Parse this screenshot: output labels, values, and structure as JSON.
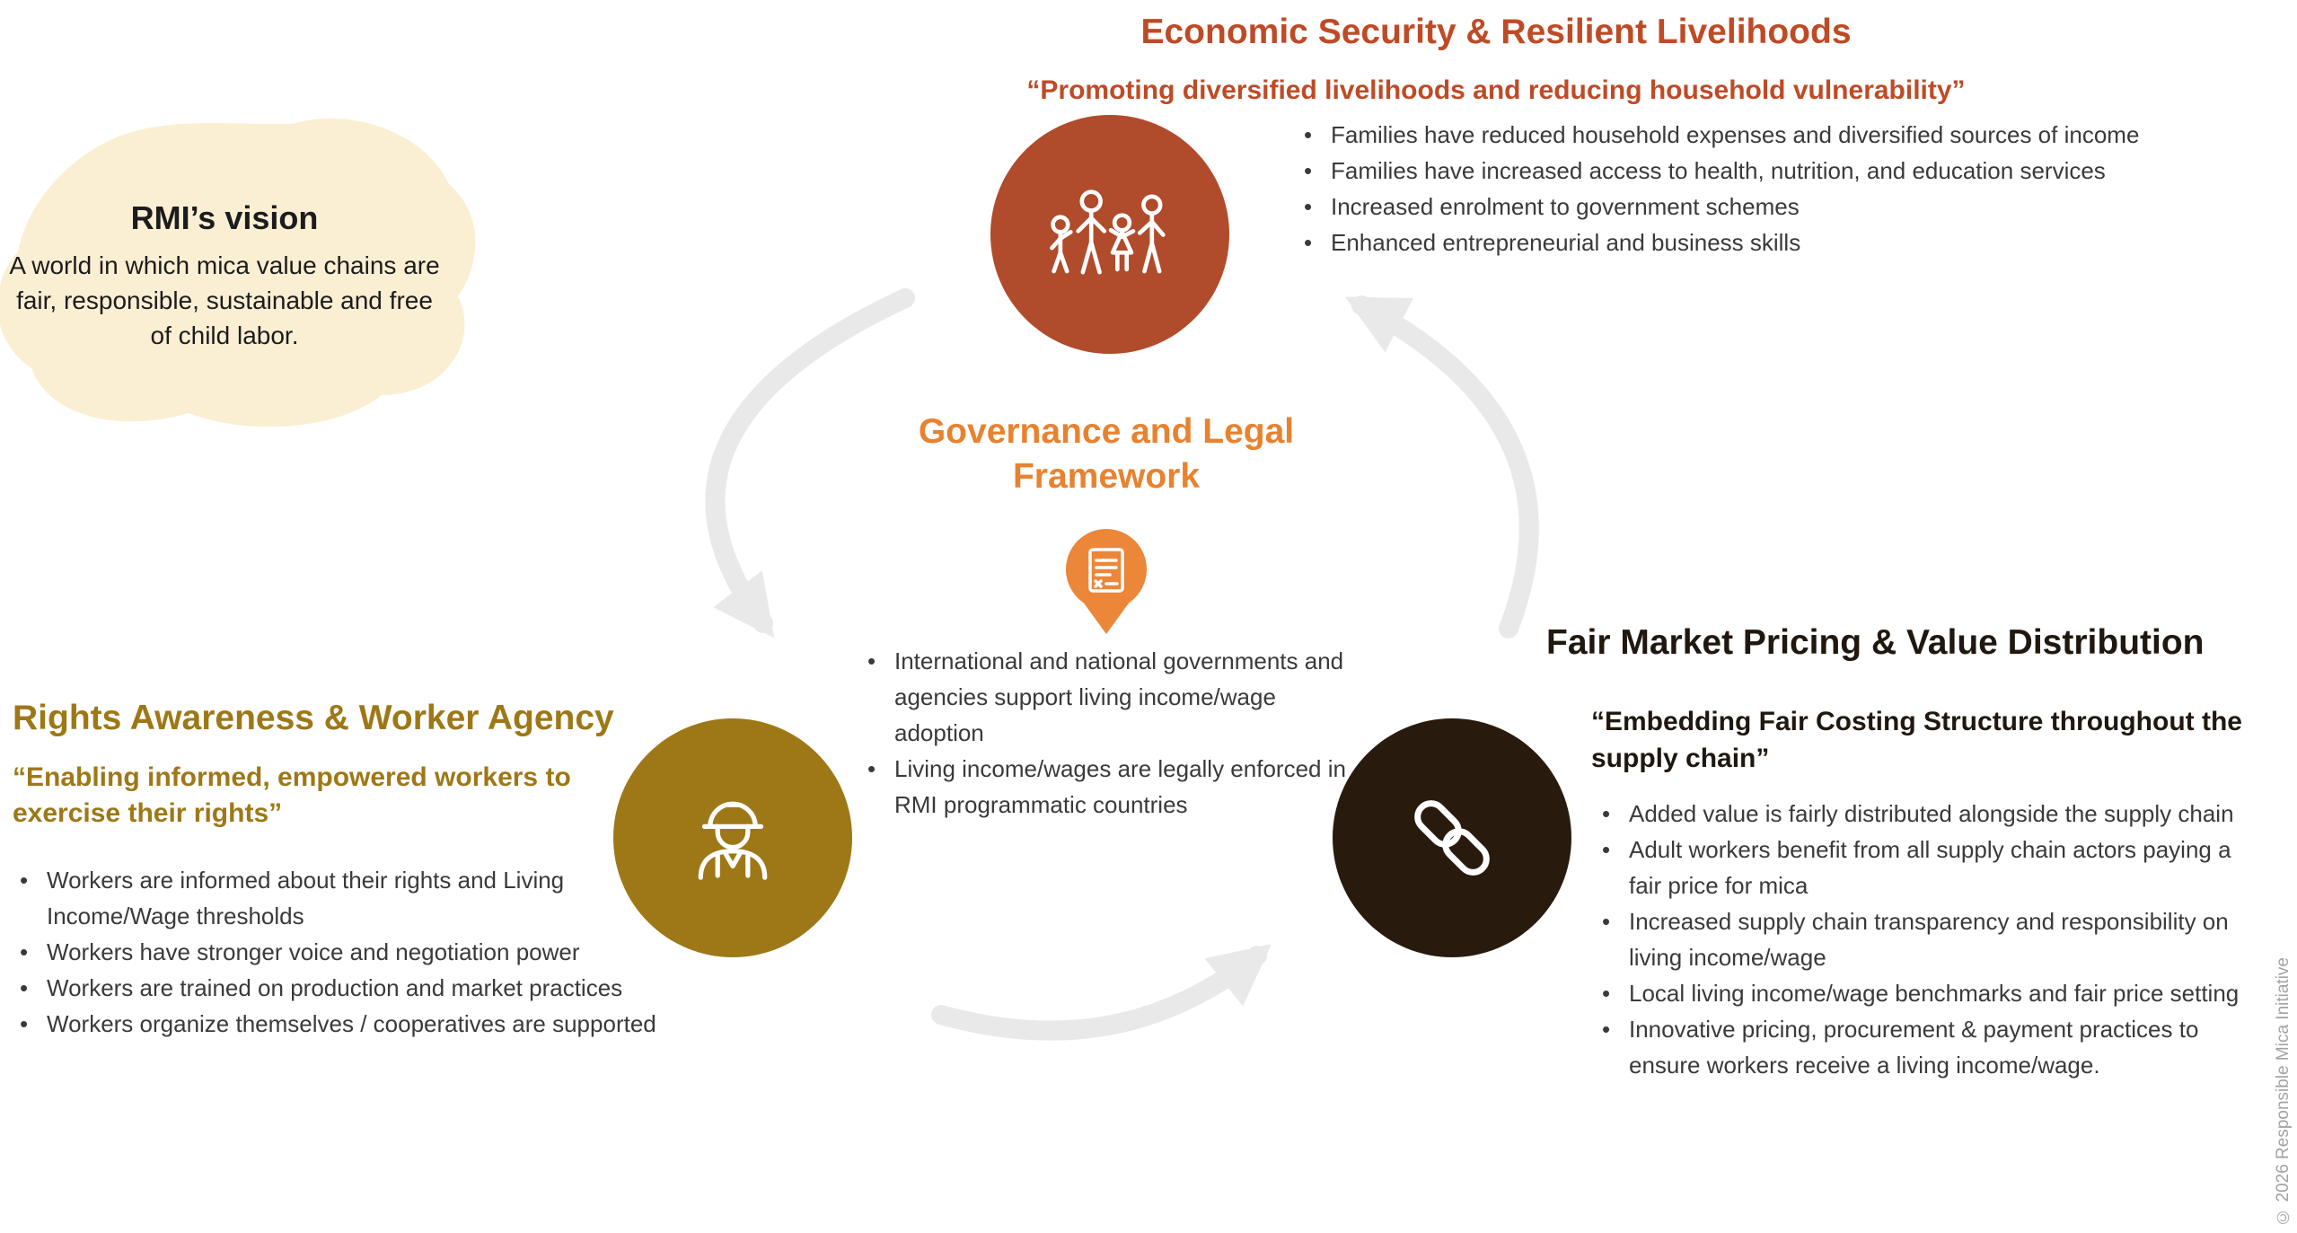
{
  "colors": {
    "rust": "#BE4B26",
    "rust_circle": "#B04B2B",
    "olive": "#9E7817",
    "dark_brown": "#281B0D",
    "orange": "#E8822F",
    "cream_blob": "#FBEFD3",
    "arrow_gray": "#E9E9E9",
    "body_text": "#3A3A3A",
    "copyright_gray": "#A3A3A3"
  },
  "icons": {
    "economic": "family-icon",
    "rights": "worker-icon",
    "pricing": "chain-link-icon",
    "governance": "document-pin-icon"
  },
  "vision": {
    "title": "RMI’s vision",
    "body": "A world in which mica value chains are fair, responsible, sustainable and free of child labor."
  },
  "economic": {
    "title": "Economic Security & Resilient Livelihoods",
    "subtitle": "“Promoting diversified livelihoods and reducing household vulnerability”",
    "bullets": [
      "Families have reduced household expenses and diversified sources of income",
      "Families have increased access to health, nutrition, and education services",
      "Increased enrolment to government schemes",
      "Enhanced entrepreneurial and business skills"
    ]
  },
  "governance": {
    "title": "Governance and Legal Framework",
    "bullets": [
      "International  and national governments and agencies support living income/wage adoption",
      "Living income/wages are legally enforced in RMI programmatic countries"
    ]
  },
  "rights": {
    "title": "Rights Awareness & Worker Agency",
    "subtitle": "“Enabling informed, empowered workers to exercise their rights”",
    "bullets": [
      "Workers are informed about their rights and Living Income/Wage thresholds",
      "Workers have stronger voice and negotiation power",
      "Workers are trained on production and market practices",
      "Workers organize themselves / cooperatives are supported"
    ]
  },
  "pricing": {
    "title": "Fair Market Pricing & Value Distribution",
    "subtitle": "“Embedding Fair Costing Structure throughout the supply chain”",
    "bullets": [
      "Added value is fairly distributed alongside the supply chain",
      "Adult workers benefit from all supply chain actors paying a fair price for mica",
      "Increased supply chain transparency and responsibility on living income/wage",
      "Local living income/wage benchmarks and fair price setting",
      "Innovative pricing, procurement & payment practices to ensure workers receive a living income/wage."
    ]
  },
  "footer": {
    "copyright": "© 2026 Responsible Mica Initiative"
  }
}
